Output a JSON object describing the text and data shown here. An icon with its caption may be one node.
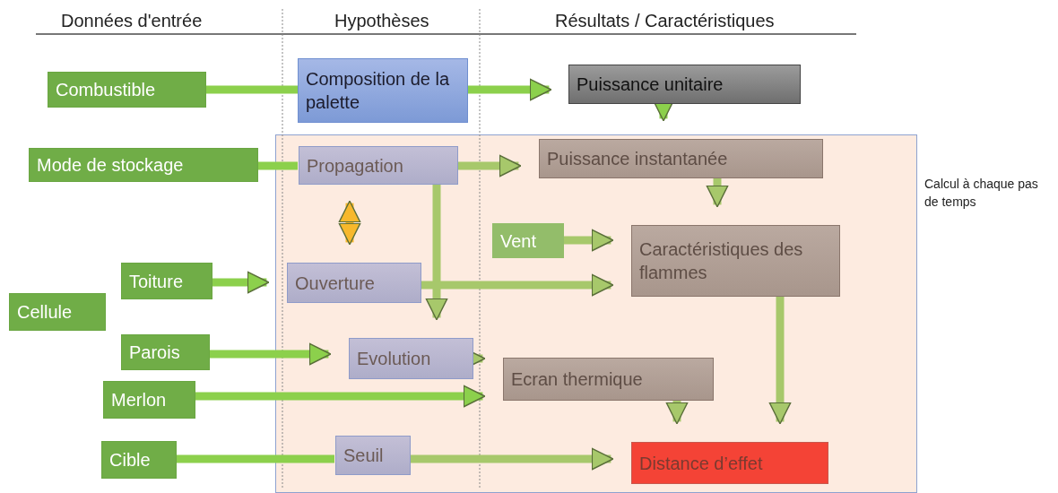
{
  "diagram": {
    "nodes": [
      {
        "text": [
          "Combustible"
        ]
      },
      {
        "text": [
          "Composition de la palette"
        ]
      },
      {
        "text": [
          "Puissance unitaire"
        ]
      },
      {
        "text": [],
        "shape": "box",
        "beside": [
          "Calcul à chaque pas de temps"
        ]
      },
      {
        "text": [
          "Mode de stockage"
        ]
      },
      {
        "text": [
          "Propagation"
        ],
        "in": 3
      },
      {
        "text": [
          "Puissance instantanée"
        ],
        "in": 3
      },
      {
        "text": [
          "Vent"
        ],
        "in": 3
      },
      {
        "text": [
          "Caractéristiques des flammes"
        ],
        "in": 3
      },
      {
        "text": [
          "Toiture"
        ]
      },
      {
        "text": [
          "Cellule"
        ]
      },
      {
        "text": [
          "Ouverture"
        ],
        "in": 3
      },
      {
        "text": [
          "Parois"
        ]
      },
      {
        "text": [
          "Evolution"
        ],
        "in": 3
      },
      {
        "text": [
          "Ecran thermique"
        ],
        "in": 3
      },
      {
        "text": [
          "Merlon"
        ]
      },
      {
        "text": [
          "Cible"
        ]
      },
      {
        "text": [
          "Seuil"
        ],
        "in": 3
      },
      {
        "text": [
          "Distance d’effet"
        ],
        "in": 3
      }
    ],
    "edges": [
      {
        "from": 0,
        "to": 1,
        "arrow": "none",
        "color": "#8cd04c"
      },
      {
        "from": 1,
        "to": 2,
        "arrow": "to",
        "color": "#8cd04c"
      },
      {
        "from": 4,
        "to": 5,
        "arrow": "none",
        "color": "#8cd04c"
      },
      {
        "from": 5,
        "to": 6,
        "arrow": "to"
      },
      {
        "from": 2,
        "to": 6,
        "arrow": "to",
        "color": "#8cd04c"
      },
      {
        "from": 5,
        "to": 11,
        "arrow": "both",
        "color": "#f7b82c"
      },
      {
        "from": 5,
        "to": 13,
        "arrow": "to"
      },
      {
        "from": 6,
        "to": 8,
        "arrow": "to"
      },
      {
        "from": 7,
        "to": 8,
        "arrow": "to"
      },
      {
        "from": 9,
        "to": 11,
        "arrow": "to",
        "color": "#8cd04c"
      },
      {
        "from": 11,
        "to": 8,
        "arrow": "to"
      },
      {
        "from": 12,
        "to": 13,
        "arrow": "to",
        "color": "#8cd04c"
      },
      {
        "from": 13,
        "to": 14,
        "arrow": "to"
      },
      {
        "from": 15,
        "to": 14,
        "arrow": "to",
        "color": "#8cd04c"
      },
      {
        "from": 14,
        "to": 18,
        "arrow": "to"
      },
      {
        "from": 8,
        "to": 18,
        "arrow": "to"
      },
      {
        "from": 16,
        "to": 17,
        "arrow": "none",
        "color": "#8cd04c"
      },
      {
        "from": 17,
        "to": 18,
        "arrow": "to"
      }
    ],
    "labels": [
      "Données d'entrée",
      "Hypothèses",
      "Résultats / Caractéristiques"
    ]
  }
}
